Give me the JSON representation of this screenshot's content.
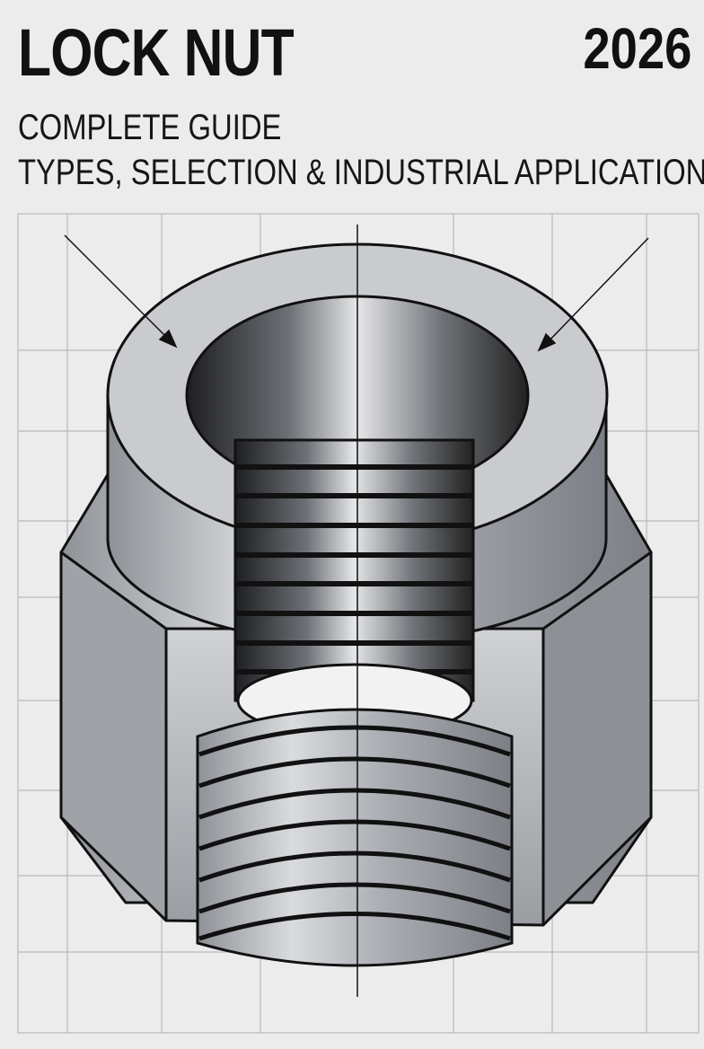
{
  "cover": {
    "title": "LOCK NUT",
    "year": "2026",
    "subtitle_line1": "COMPLETE GUIDE",
    "subtitle_line2": "TYPES, SELECTION & INDUSTRIAL APPLICATIONS"
  },
  "illustration": {
    "subject": "lock-nut-cutaway",
    "background": "grid-paper",
    "colors": {
      "background": "#ececec",
      "grid": "#b9b9bf",
      "metal": "#b4b7bc",
      "ink": "#111111"
    }
  }
}
